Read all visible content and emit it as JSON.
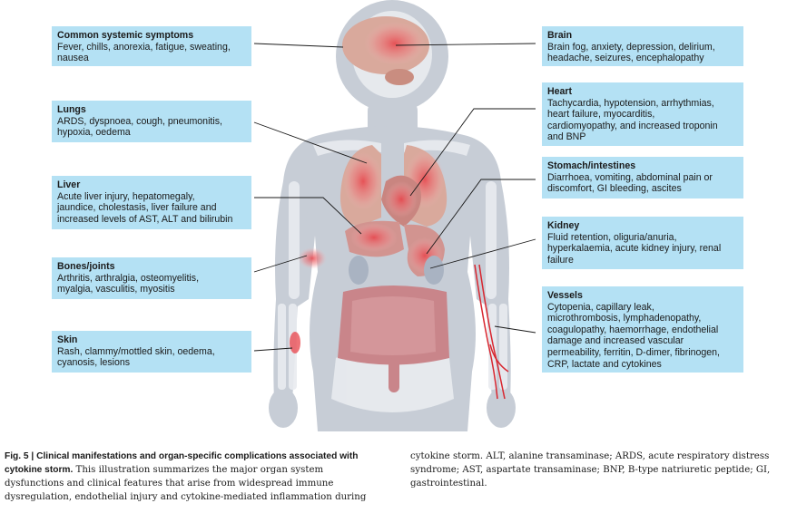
{
  "boxes": {
    "systemic": {
      "title": "Common systemic symptoms",
      "text": "Fever, chills, anorexia, fatigue, sweating,\nnausea"
    },
    "lungs": {
      "title": "Lungs",
      "text": "ARDS, dyspnoea, cough, pneumonitis,\nhypoxia, oedema"
    },
    "liver": {
      "title": "Liver",
      "text": "Acute liver injury, hepatomegaly,\njaundice, cholestasis, liver failure and\nincreased levels of AST, ALT and bilirubin"
    },
    "bones": {
      "title": "Bones/joints",
      "text": "Arthritis, arthralgia, osteomyelitis,\nmyalgia, vasculitis, myositis"
    },
    "skin": {
      "title": "Skin",
      "text": "Rash, clammy/mottled skin, oedema,\ncyanosis, lesions"
    },
    "brain": {
      "title": "Brain",
      "text": "Brain fog, anxiety, depression, delirium,\nheadache, seizures, encephalopathy"
    },
    "heart": {
      "title": "Heart",
      "text": "Tachycardia, hypotension, arrhythmias,\nheart failure, myocarditis,\ncardiomyopathy, and increased troponin\nand BNP"
    },
    "stomach": {
      "title": "Stomach/intestines",
      "text": "Diarrhoea, vomiting, abdominal pain or\ndiscomfort, GI bleeding, ascites"
    },
    "kidney": {
      "title": "Kidney",
      "text": "Fluid retention, oliguria/anuria,\nhyperkalaemia, acute kidney injury, renal\nfailure"
    },
    "vessels": {
      "title": "Vessels",
      "text": "Cytopenia, capillary leak,\nmicrothrombosis, lymphadenopathy,\ncoagulopathy, haemorrhage, endothelial\ndamage and increased vascular\npermeability, ferritin, D-dimer, fibrinogen,\nCRP, lactate and cytokines"
    }
  },
  "caption": {
    "lead": "Fig. 5 | Clinical manifestations and organ-specific complications associated with cytokine storm.",
    "body": " This illustration summarizes the major organ system dysfunctions and clinical features that arise from widespread immune dysregulation, endothelial injury and cytokine-mediated inflammation during",
    "continuation": "cytokine storm. ALT, alanine transaminase; ARDS, acute respiratory distress syndrome; AST, aspartate transaminase; BNP, B-type natriuretic peptide; GI, gastrointestinal."
  },
  "colors": {
    "box": "#b4e1f4",
    "body": "#c7cdd6",
    "bone": "#e9ecf0",
    "inflammation": "#e8434a",
    "leader": "#1a1a1a"
  }
}
